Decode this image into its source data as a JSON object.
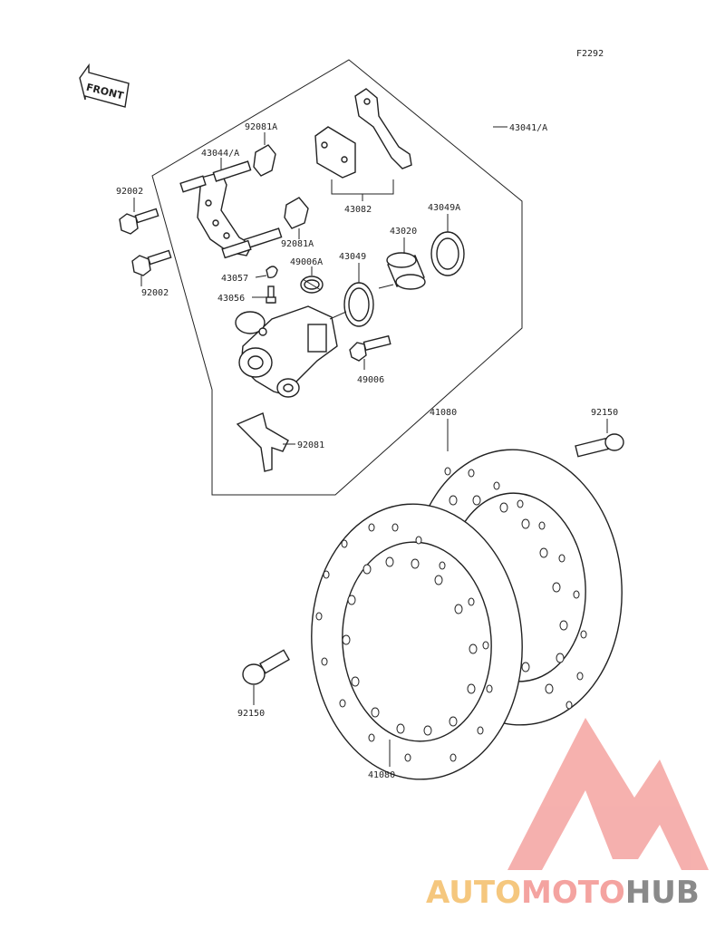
{
  "figure_code": "F2292",
  "front_label": "FRONT",
  "labels": {
    "p43041A": "43041/A",
    "p92081A_top": "92081A",
    "p43044A": "43044/A",
    "p92002_top": "92002",
    "p92081A_mid": "92081A",
    "p43082": "43082",
    "p43049A": "43049A",
    "p43020": "43020",
    "p43049": "43049",
    "p49006A": "49006A",
    "p43057": "43057",
    "p43056": "43056",
    "p92002_bot": "92002",
    "p49006": "49006",
    "p92081": "92081",
    "p41080_top": "41080",
    "p92150_right": "92150",
    "p92150_left": "92150",
    "p41080_bot": "41080"
  },
  "watermark": {
    "part1": "AUTO",
    "part2": "MOTO",
    "part3": "HUB",
    "color1": "#f5c77e",
    "color2": "#f4a3a0",
    "color3": "#8a8a8a"
  }
}
